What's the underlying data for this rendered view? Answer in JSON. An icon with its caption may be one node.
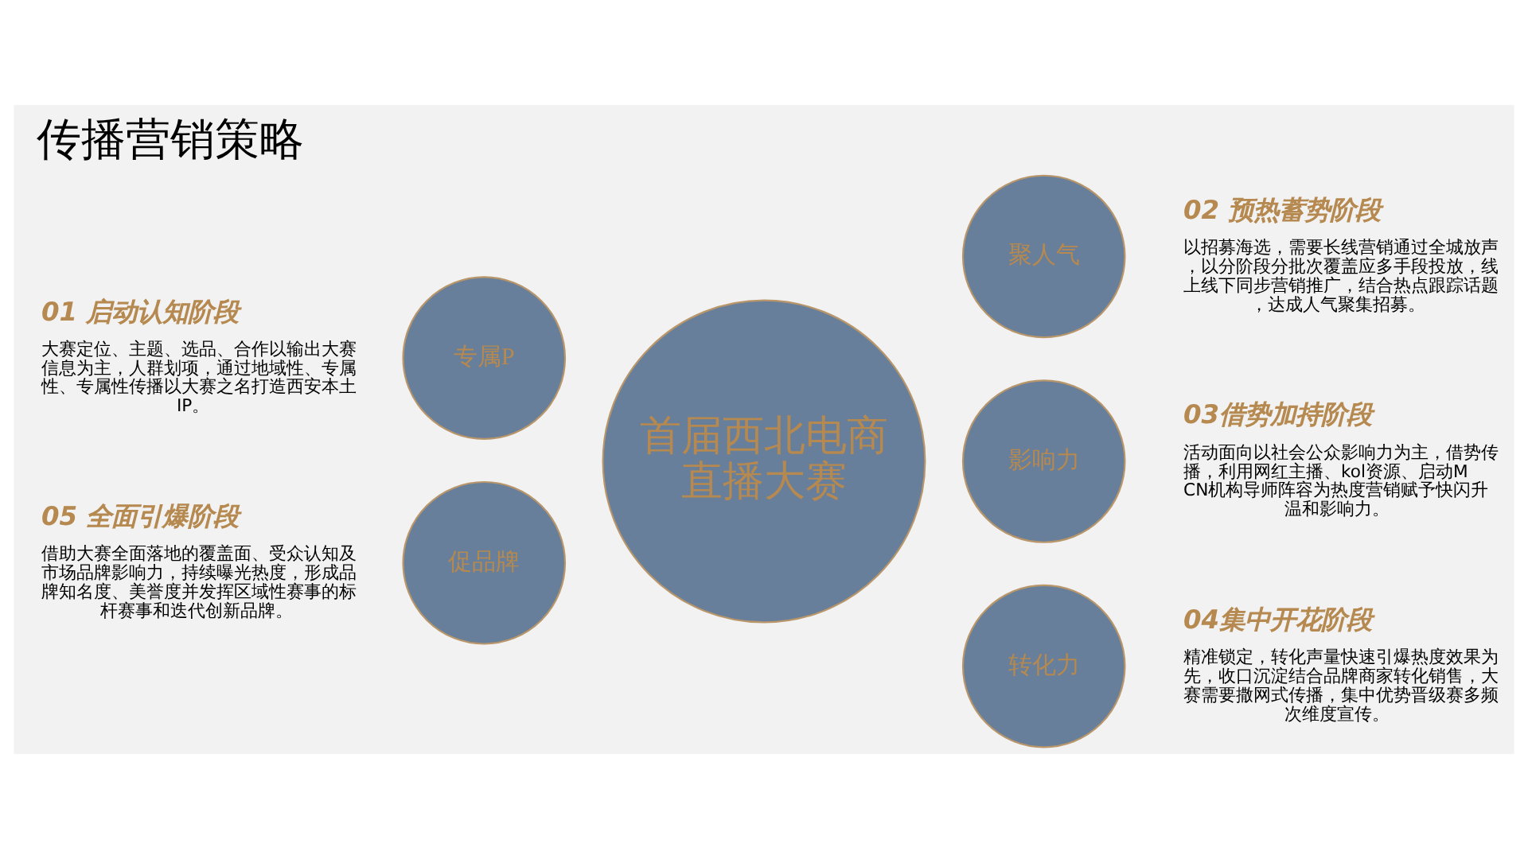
{
  "diagram": {
    "title": "传播营销策略",
    "nodes": [
      {
        "text": [
          "聚人气"
        ],
        "beside": [
          "02 预热蓄势阶段",
          "以招募海选，需要长线营销通过全城放声，以分阶段分批次覆盖应多手段投放，线上线下同步营销推广，结合热点跟踪话题，达成人气聚集招募。"
        ]
      },
      {
        "text": [
          "专属P"
        ],
        "beside": [
          "01 启动认知阶段",
          "大赛定位、主题、选品、合作以输出大赛信息为主，人群划项，通过地域性、专属性、专属性传播以大赛之名打造西安本土IP。"
        ]
      },
      {
        "text": [
          "首届西北电商直播大赛"
        ]
      },
      {
        "text": [
          "影响力"
        ],
        "beside": [
          "03借势加持阶段",
          "活动面向以社会公众影响力为主，借势传播，利用网红主播、kol资源、启动MCN机构导师阵容为热度营销赋予快闪升温和影响力。"
        ]
      },
      {
        "text": [
          "促品牌"
        ],
        "beside": [
          "05 全面引爆阶段",
          "借助大赛全面落地的覆盖面、受众认知及市场品牌影响力，持续曝光热度，形成品牌知名度、美誉度并发挥区域性赛事的标杆赛事和迭代创新品牌。"
        ]
      },
      {
        "text": [
          "转化力"
        ],
        "beside": [
          "04集中开花阶段",
          "精准锁定，转化声量快速引爆热度效果为先，收口沉淀结合品牌商家转化销售，大赛需要撒网式传播，集中优势晋级赛多频次维度宣传。"
        ]
      }
    ]
  }
}
